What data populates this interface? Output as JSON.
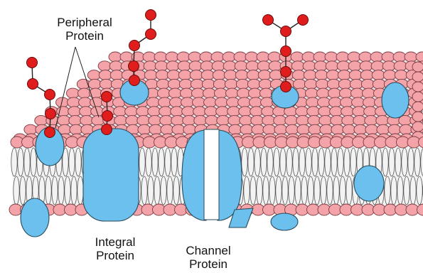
{
  "labels": {
    "peripheral_line1": "Peripheral",
    "peripheral_line2": "Protein",
    "integral_line1": "Integral",
    "integral_line2": "Protein",
    "channel_line1": "Channel",
    "channel_line2": "Protein"
  },
  "colors": {
    "lipid_head": "#f4a3a8",
    "lipid_head_stroke": "#7a3b40",
    "protein": "#6cc0ee",
    "protein_stroke": "#2a4a5a",
    "sugar": "#e01d1d",
    "sugar_stroke": "#6a0a0a",
    "tail": "#f3f3f3",
    "tail_stroke": "#555555"
  }
}
